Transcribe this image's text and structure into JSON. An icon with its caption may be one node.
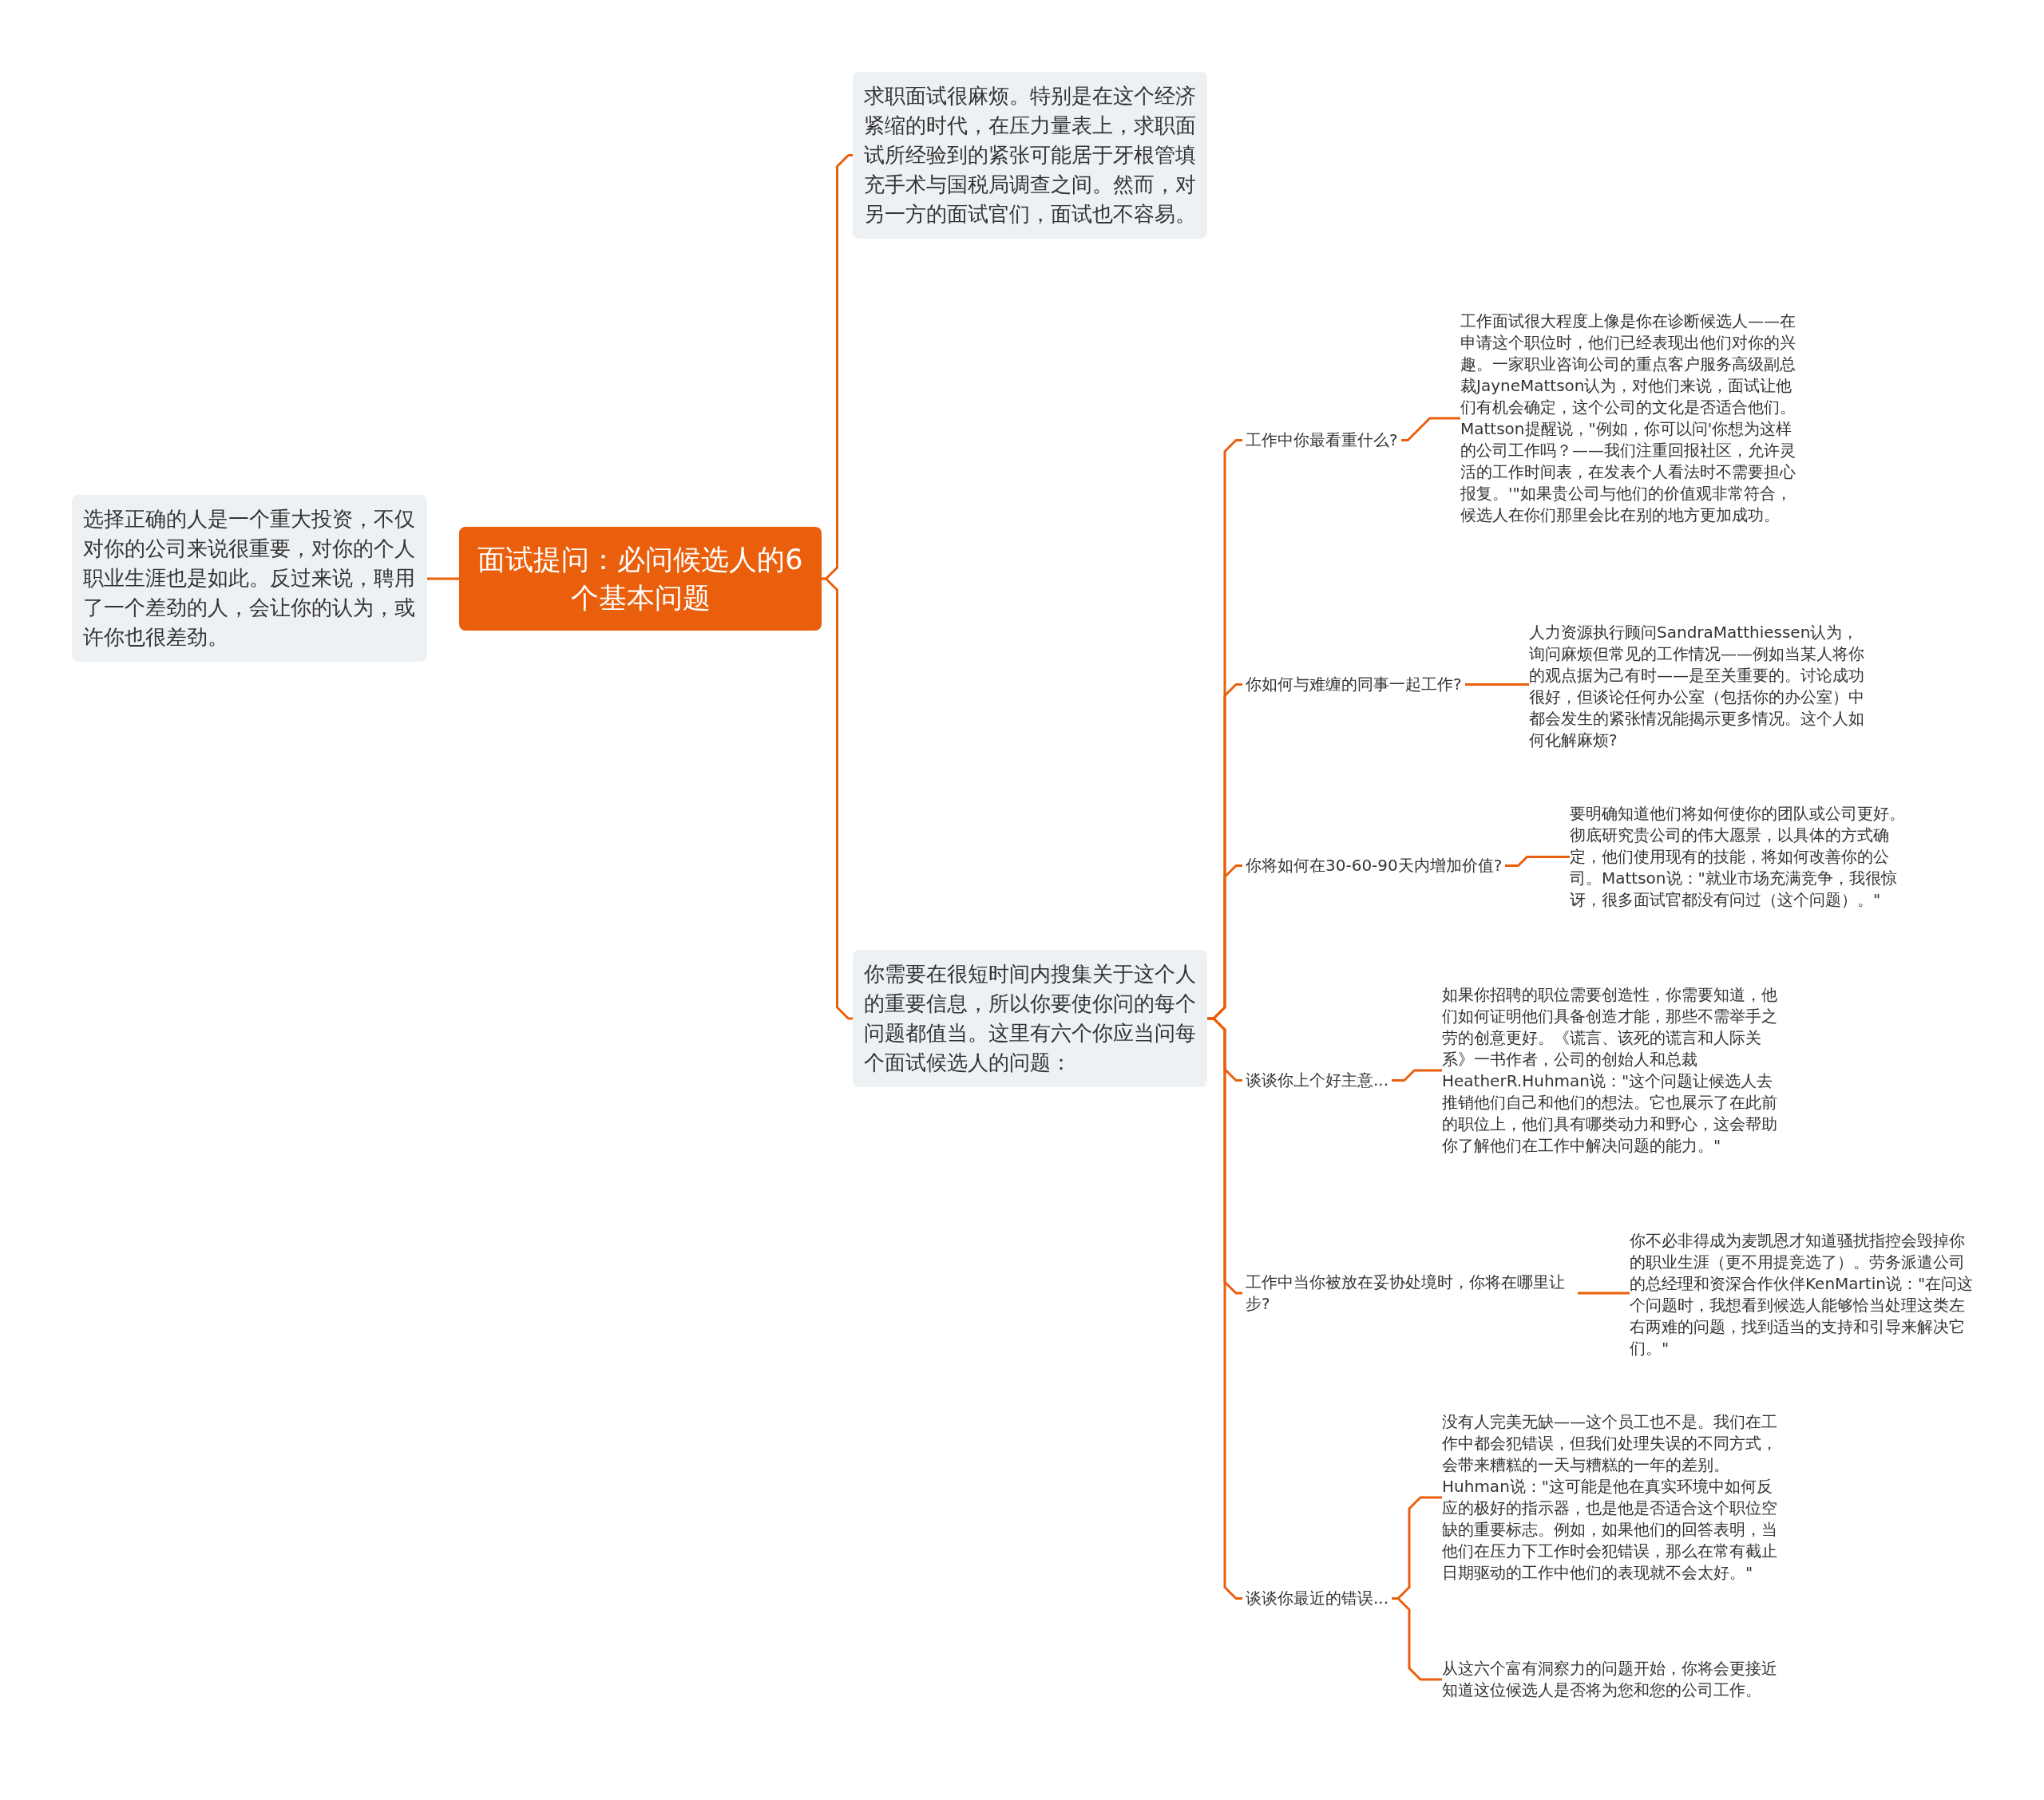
{
  "diagram": {
    "nodes": [
      {
        "text": [
          "面试提问：必问候选人的6个基本问题"
        ]
      },
      {
        "text": [
          "选择正确的人是一个重大投资，不仅对你的公司来说很重要，对你的个人职业生涯也是如此。反过来说，聘用了一个差劲的人，会让你的认为，或许你也很差劲。"
        ]
      },
      {
        "text": [
          "求职面试很麻烦。特别是在这个经济紧缩的时代，在压力量表上，求职面试所经验到的紧张可能居于牙根管填充手术与国税局调查之间。然而，对另一方的面试官们，面试也不容易。"
        ]
      },
      {
        "text": [
          "你需要在很短时间内搜集关于这个人的重要信息，所以你要使你问的每个问题都值当。这里有六个你应当问每个面试候选人的问题："
        ]
      },
      {
        "text": [
          "工作中你最看重什么?"
        ]
      },
      {
        "text": [
          "工作面试很大程度上像是你在诊断候选人——在申请这个职位时，他们已经表现出他们对你的兴趣。一家职业咨询公司的重点客户服务高级副总裁JayneMattson认为，对他们来说，面试让他们有机会确定，这个公司的文化是否适合他们。Mattson提醒说，\"例如，你可以问'你想为这样的公司工作吗？——我们注重回报社区，允许灵活的工作时间表，在发表个人看法时不需要担心报复。'\"如果贵公司与他们的价值观非常符合，候选人在你们那里会比在别的地方更加成功。"
        ]
      },
      {
        "text": [
          "你如何与难缠的同事一起工作?"
        ]
      },
      {
        "text": [
          "人力资源执行顾问SandraMatthiessen认为，询问麻烦但常见的工作情况——例如当某人将你的观点据为己有时——是至关重要的。讨论成功很好，但谈论任何办公室（包括你的办公室）中都会发生的紧张情况能揭示更多情况。这个人如何化解麻烦?"
        ]
      },
      {
        "text": [
          "你将如何在30-60-90天内增加价值?"
        ]
      },
      {
        "text": [
          "要明确知道他们将如何使你的团队或公司更好。彻底研究贵公司的伟大愿景，以具体的方式确定，他们使用现有的技能，将如何改善你的公司。Mattson说：\"就业市场充满竞争，我很惊讶，很多面试官都没有问过（这个问题）。\""
        ]
      },
      {
        "text": [
          "谈谈你上个好主意..."
        ]
      },
      {
        "text": [
          "如果你招聘的职位需要创造性，你需要知道，他们如何证明他们具备创造才能，那些不需举手之劳的创意更好。《谎言、该死的谎言和人际关系》一书作者，公司的创始人和总裁HeatherR.Huhman说：\"这个问题让候选人去推销他们自己和他们的想法。它也展示了在此前的职位上，他们具有哪类动力和野心，这会帮助你了解他们在工作中解决问题的能力。\""
        ]
      },
      {
        "text": [
          "工作中当你被放在妥协处境时，你将在哪里让步?"
        ]
      },
      {
        "text": [
          "你不必非得成为麦凯恩才知道骚扰指控会毁掉你的职业生涯（更不用提竞选了）。劳务派遣公司的总经理和资深合作伙伴KenMartin说：\"在问这个问题时，我想看到候选人能够恰当处理这类左右两难的问题，找到适当的支持和引导来解决它们。\""
        ]
      },
      {
        "text": [
          "谈谈你最近的错误..."
        ]
      },
      {
        "text": [
          "没有人完美无缺——这个员工也不是。我们在工作中都会犯错误，但我们处理失误的不同方式，会带来糟糕的一天与糟糕的一年的差别。Huhman说：\"这可能是他在真实环境中如何反应的极好的指示器，也是他是否适合这个职位空缺的重要标志。例如，如果他们的回答表明，当他们在压力下工作时会犯错误，那么在常有截止日期驱动的工作中他们的表现就不会太好。\""
        ]
      },
      {
        "text": [
          "从这六个富有洞察力的问题开始，你将会更接近知道这位候选人是否将为您和您的公司工作。"
        ]
      }
    ],
    "edges": [
      {
        "from": 0,
        "to": 1,
        "arrow": "none"
      },
      {
        "from": 0,
        "to": 2,
        "arrow": "none"
      },
      {
        "from": 0,
        "to": 3,
        "arrow": "none"
      },
      {
        "from": 3,
        "to": 4,
        "arrow": "none"
      },
      {
        "from": 4,
        "to": 5,
        "arrow": "none"
      },
      {
        "from": 3,
        "to": 6,
        "arrow": "none"
      },
      {
        "from": 6,
        "to": 7,
        "arrow": "none"
      },
      {
        "from": 3,
        "to": 8,
        "arrow": "none"
      },
      {
        "from": 8,
        "to": 9,
        "arrow": "none"
      },
      {
        "from": 3,
        "to": 10,
        "arrow": "none"
      },
      {
        "from": 10,
        "to": 11,
        "arrow": "none"
      },
      {
        "from": 3,
        "to": 12,
        "arrow": "none"
      },
      {
        "from": 12,
        "to": 13,
        "arrow": "none"
      },
      {
        "from": 3,
        "to": 14,
        "arrow": "none"
      },
      {
        "from": 14,
        "to": 15,
        "arrow": "none"
      },
      {
        "from": 14,
        "to": 16,
        "arrow": "none"
      }
    ]
  }
}
